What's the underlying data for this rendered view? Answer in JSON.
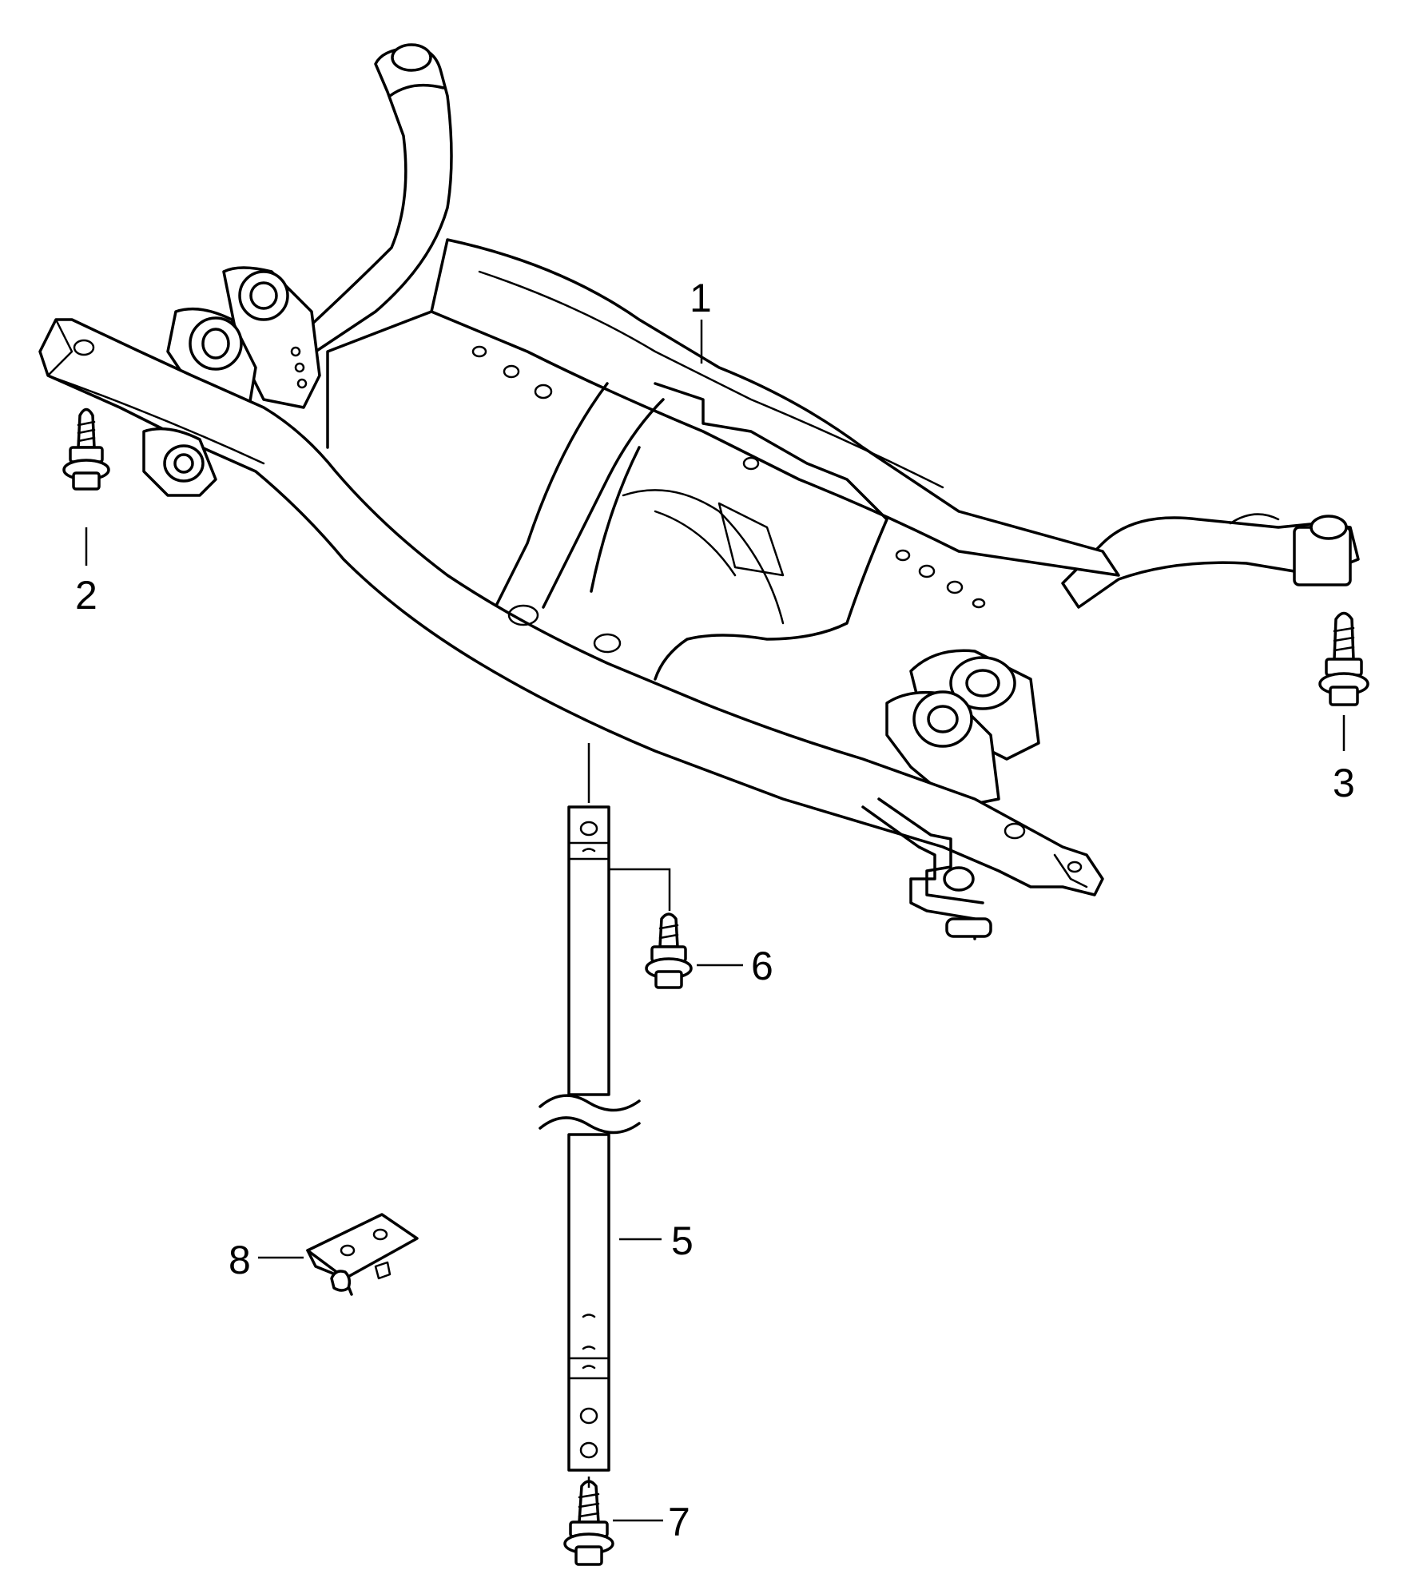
{
  "callouts": [
    "1",
    "2",
    "3",
    "5",
    "6",
    "7",
    "8"
  ],
  "colors": {
    "line": "#000000",
    "background": "#ffffff"
  }
}
